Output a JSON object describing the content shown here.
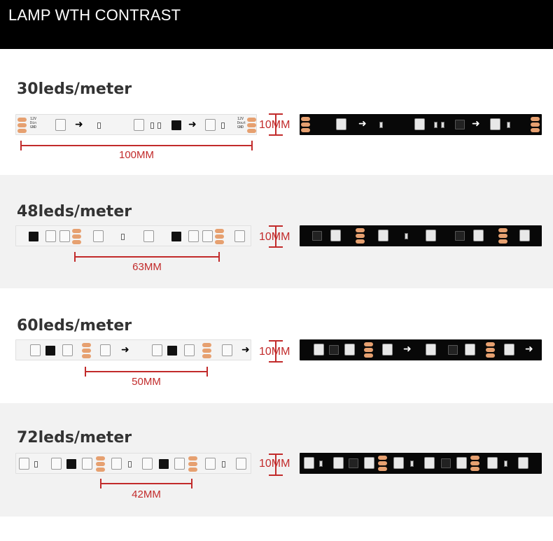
{
  "header": {
    "title": "LAMP WTH CONTRAST"
  },
  "colors": {
    "dimension": "#c22b2b",
    "header_bg": "#000000",
    "alt_band_bg": "#f2f2f2",
    "pad": "#e6a070"
  },
  "strips": [
    {
      "label": "30leds/meter",
      "spacing": "100MM",
      "width": "10MM",
      "pin_labels": [
        "12V",
        "Din",
        "GND"
      ],
      "pin_labels_out": [
        "12V",
        "Dout",
        "GND"
      ]
    },
    {
      "label": "48leds/meter",
      "spacing": "63MM",
      "width": "10MM"
    },
    {
      "label": "60leds/meter",
      "spacing": "50MM",
      "width": "10MM"
    },
    {
      "label": "72leds/meter",
      "spacing": "42MM",
      "width": "10MM"
    }
  ]
}
